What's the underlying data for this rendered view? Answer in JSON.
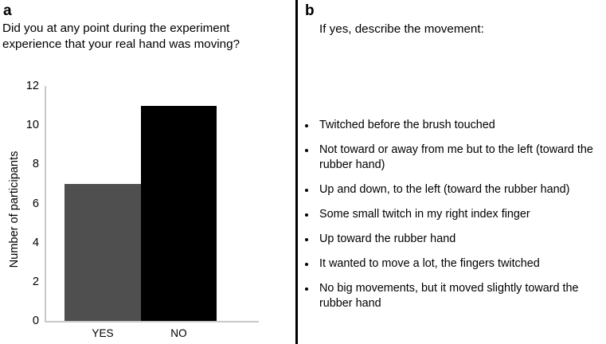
{
  "panel_a": {
    "letter": "a",
    "question": "Did you at any point during the experiment experience that your real hand was moving?"
  },
  "panel_b": {
    "letter": "b",
    "question": "If yes, describe the movement:",
    "responses": [
      "Twitched before the brush touched",
      "Not toward or away from me but to the left (toward the rubber hand)",
      "Up and down, to the left (toward the rubber hand)",
      "Some small twitch in my right index finger",
      "Up toward the rubber hand",
      "It wanted to move a lot, the fingers twitched",
      "No big movements, but it moved slightly toward the rubber hand"
    ]
  },
  "chart_data": {
    "type": "bar",
    "title": "",
    "categories": [
      "YES",
      "NO"
    ],
    "values": [
      7,
      11
    ],
    "colors": [
      "#4f4f4f",
      "#000000"
    ],
    "xlabel": "",
    "ylabel": "Number of participants",
    "ylim": [
      0,
      12
    ],
    "yticks": [
      0,
      2,
      4,
      6,
      8,
      10,
      12
    ],
    "ytick_labels": [
      "0",
      "2",
      "4",
      "6",
      "8",
      "10",
      "12"
    ],
    "grid": false,
    "legend": false
  }
}
